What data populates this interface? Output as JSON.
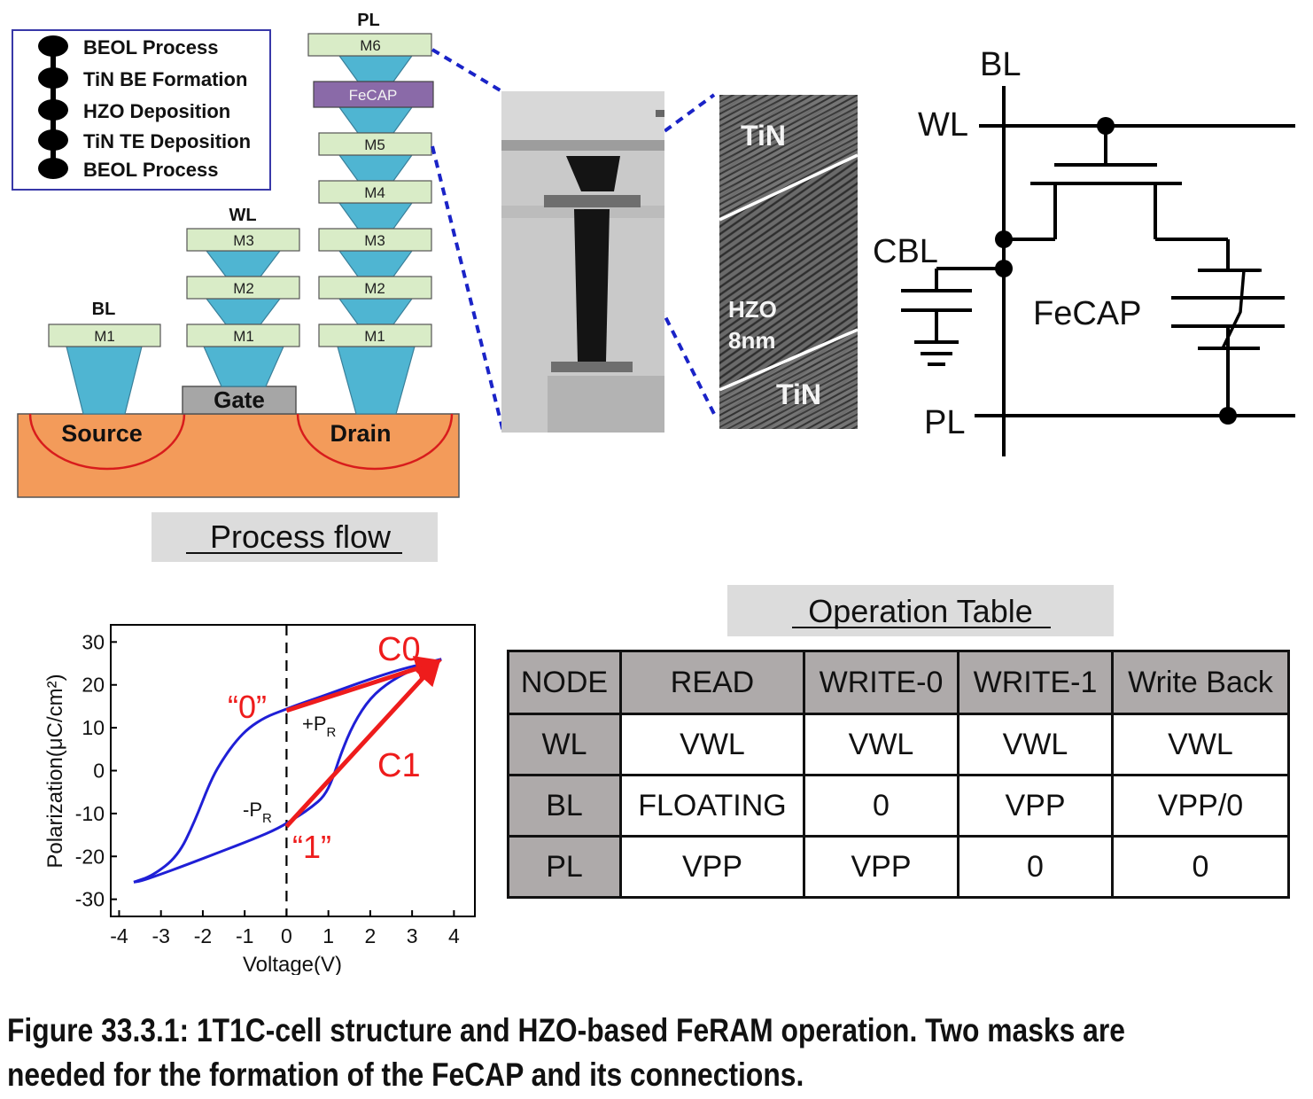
{
  "legend": {
    "items": [
      "BEOL Process",
      "TiN BE Formation",
      "HZO Deposition",
      "TiN TE Deposition",
      "BEOL Process"
    ]
  },
  "cross_section": {
    "bl_label": "BL",
    "wl_label": "WL",
    "pl_label": "PL",
    "bl_stack": [
      "M1"
    ],
    "wl_stack": [
      "M3",
      "M2",
      "M1"
    ],
    "pl_stack": [
      "M6",
      "FeCAP",
      "M5",
      "M4",
      "M3",
      "M2",
      "M1"
    ],
    "gate_label": "Gate",
    "source_label": "Source",
    "drain_label": "Drain",
    "process_flow_title": "Process flow"
  },
  "tem": {
    "top_label": "TiN",
    "hzo_label": "HZO",
    "thickness_label": "8nm",
    "bottom_label": "TiN"
  },
  "schematic": {
    "bl_label": "BL",
    "wl_label": "WL",
    "cbl_label": "CBL",
    "fecap_label": "FeCAP",
    "pl_label": "PL"
  },
  "hysteresis": {
    "chart_data": {
      "type": "line",
      "xlabel": "Voltage(V)",
      "ylabel": "Polarization(μC/cm²)",
      "xlim": [
        -4.2,
        4.5
      ],
      "ylim": [
        -34,
        34
      ],
      "xticks": [
        -4,
        -3,
        -2,
        -1,
        0,
        1,
        2,
        3,
        4
      ],
      "yticks": [
        30,
        20,
        10,
        0,
        -10,
        -20,
        -30
      ],
      "xtick_labels": [
        "-4",
        "-3",
        "-2",
        "-1",
        "0",
        "1",
        "2",
        "3",
        "4"
      ],
      "ytick_labels": [
        "30",
        "20",
        "10",
        "0",
        "-10",
        "-20",
        "-30"
      ],
      "series": [
        {
          "x": [
            -3.65,
            -3.2,
            -2.6,
            -2.2,
            -1.8,
            -1.5,
            -1.2,
            -0.9,
            -0.5,
            -0.1,
            0.3,
            0.9,
            1.6,
            2.2,
            2.8,
            3.3,
            3.7
          ],
          "y": [
            -26,
            -24.5,
            -20,
            -12,
            -2,
            3,
            7,
            10,
            12.5,
            14,
            15.5,
            17.5,
            20,
            22,
            23.8,
            25,
            26
          ]
        },
        {
          "x": [
            3.7,
            3.1,
            2.5,
            2.0,
            1.6,
            1.3,
            1.1,
            0.9,
            0.6,
            0.3,
            -0.2,
            -0.8,
            -1.6,
            -2.4,
            -3.1,
            -3.5,
            -3.65
          ],
          "y": [
            26,
            24,
            21,
            17,
            11,
            4,
            -2,
            -6,
            -8.5,
            -10.5,
            -13.5,
            -16,
            -19,
            -22,
            -24.5,
            -25.8,
            -26
          ]
        }
      ],
      "arrows": [
        {
          "name": "C0",
          "x1": 0,
          "y1": 14,
          "x2": 3.7,
          "y2": 26
        },
        {
          "name": "C1",
          "x1": 0,
          "y1": -13,
          "x2": 3.7,
          "y2": 26
        }
      ],
      "annotations": {
        "c0": "C0",
        "c1": "C1",
        "state0": "“0”",
        "state1": "“1”",
        "plus_pr_main": "+P",
        "plus_pr_sub": "R",
        "minus_pr_main": "-P",
        "minus_pr_sub": "R"
      },
      "colors": {
        "loop": "#1f1fd6",
        "arrow": "#ee1c1c"
      }
    }
  },
  "operation_table": {
    "title": "Operation Table",
    "header": [
      "NODE",
      "READ",
      "WRITE-0",
      "WRITE-1",
      "Write Back"
    ],
    "rows": [
      {
        "node": "WL",
        "read": "VWL",
        "write0": "VWL",
        "write1": "VWL",
        "writeback": "VWL"
      },
      {
        "node": "BL",
        "read": "FLOATING",
        "write0": "0",
        "write1": "VPP",
        "writeback": "VPP/0"
      },
      {
        "node": "PL",
        "read": "VPP",
        "write0": "VPP",
        "write1": "0",
        "writeback": "0"
      }
    ]
  },
  "caption": {
    "line1": "Figure 33.3.1: 1T1C-cell structure and HZO-based FeRAM operation. Two masks are",
    "line2": "needed for the formation of the FeCAP and its connections."
  }
}
